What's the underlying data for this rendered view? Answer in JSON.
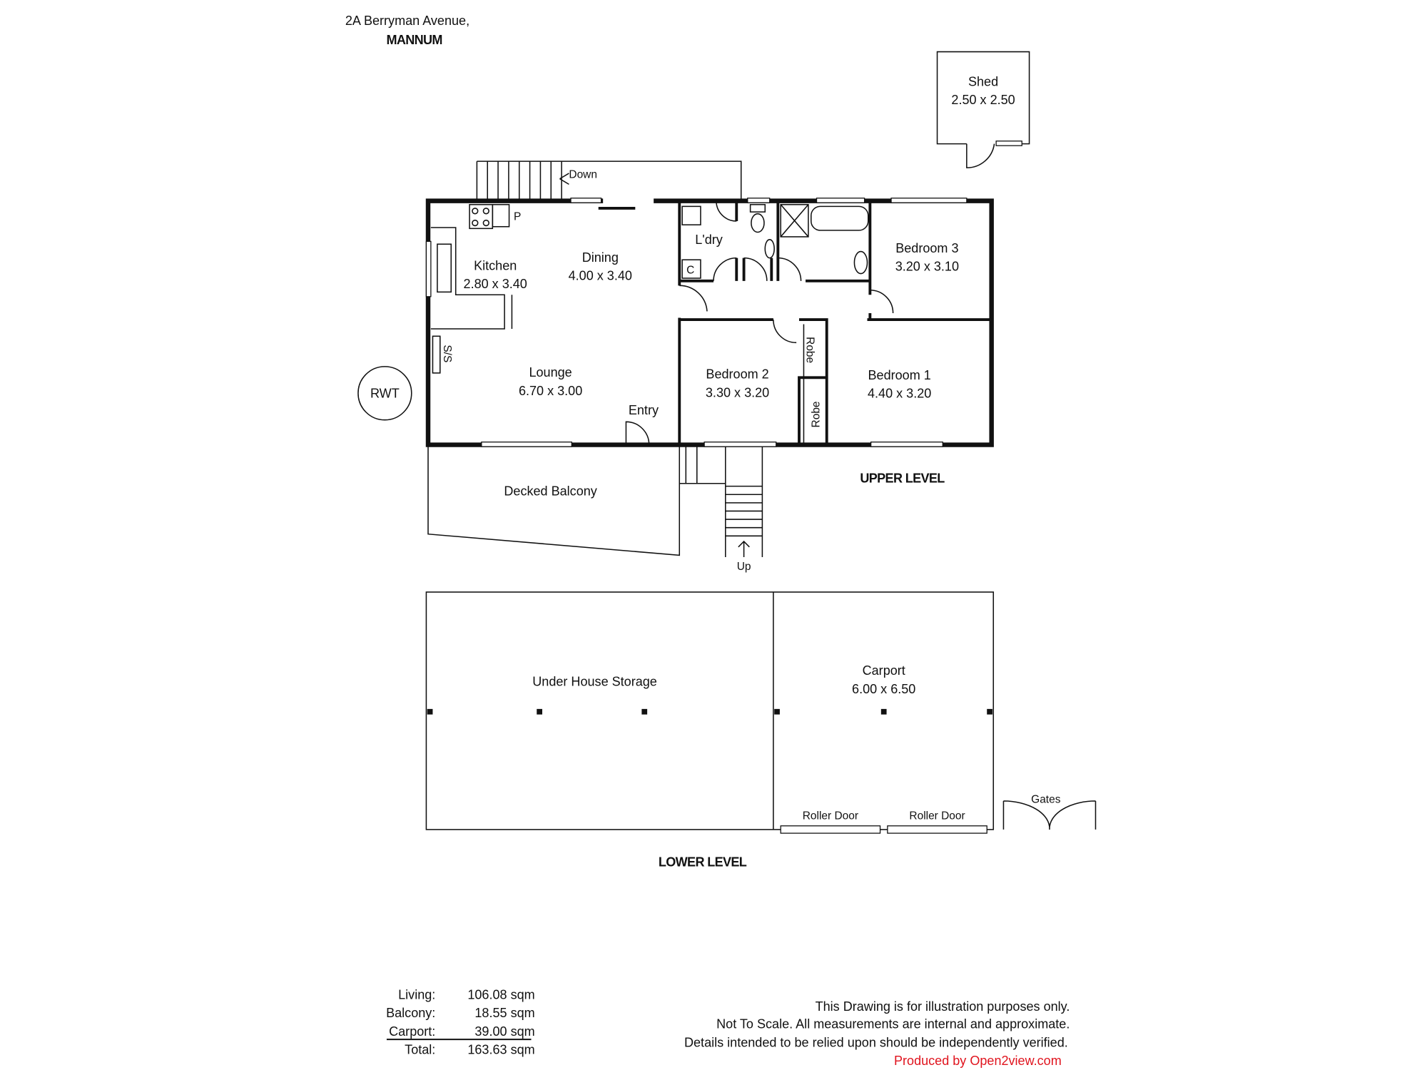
{
  "header": {
    "address": "2A Berryman Avenue,",
    "suburb": "MANNUM"
  },
  "rooms": {
    "shed": {
      "name": "Shed",
      "size": "2.50 x 2.50"
    },
    "kitchen": {
      "name": "Kitchen",
      "size": "2.80 x 3.40"
    },
    "dining": {
      "name": "Dining",
      "size": "4.00 x 3.40"
    },
    "laundry": {
      "name": "L'dry"
    },
    "laundry_cupboard": "C",
    "pantry": "P",
    "bedroom3": {
      "name": "Bedroom 3",
      "size": "3.20 x 3.10"
    },
    "lounge": {
      "name": "Lounge",
      "size": "6.70 x 3.00"
    },
    "bedroom2": {
      "name": "Bedroom 2",
      "size": "3.30 x 3.20"
    },
    "bedroom1": {
      "name": "Bedroom 1",
      "size": "4.40 x 3.20"
    },
    "robe1": "Robe",
    "robe2": "Robe",
    "entry": "Entry",
    "ss": "S/S",
    "rwt": "RWT",
    "balcony": "Decked Balcony",
    "storage": "Under House Storage",
    "carport": {
      "name": "Carport",
      "size": "6.00 x 6.50"
    },
    "roller_door_1": "Roller Door",
    "roller_door_2": "Roller Door",
    "gates": "Gates",
    "stairs_down": "Down",
    "stairs_up": "Up"
  },
  "levels": {
    "upper": "UPPER LEVEL",
    "lower": "LOWER LEVEL"
  },
  "areas": [
    {
      "label": "Living:",
      "value": "106.08 sqm"
    },
    {
      "label": "Balcony:",
      "value": "18.55 sqm"
    },
    {
      "label": "Carport:",
      "value": "39.00 sqm"
    },
    {
      "label": "Total:",
      "value": "163.63 sqm"
    }
  ],
  "disclaimer": [
    "This Drawing is for illustration purposes only.",
    "Not To Scale. All measurements are internal and approximate.",
    "Details intended to be relied upon should be independently verified."
  ],
  "credit": "Produced by Open2view.com",
  "colors": {
    "credit": "#e0141e",
    "lines": "#111111"
  }
}
